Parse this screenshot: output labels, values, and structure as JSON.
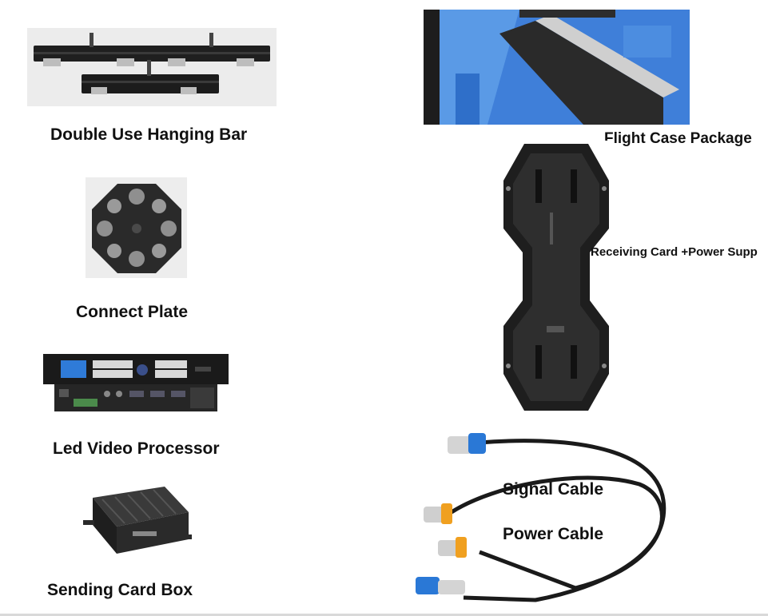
{
  "products": {
    "hanging_bar": "Double Use Hanging Bar",
    "connect_plate": "Connect Plate",
    "video_processor": "Led Video Processor",
    "sending_box": "Sending Card Box",
    "flight_case": "Flight Case Package",
    "receiving_card": "Receiving Card +Power Supp",
    "signal_cable": "Signal Cable",
    "power_cable": "Power Cable"
  }
}
